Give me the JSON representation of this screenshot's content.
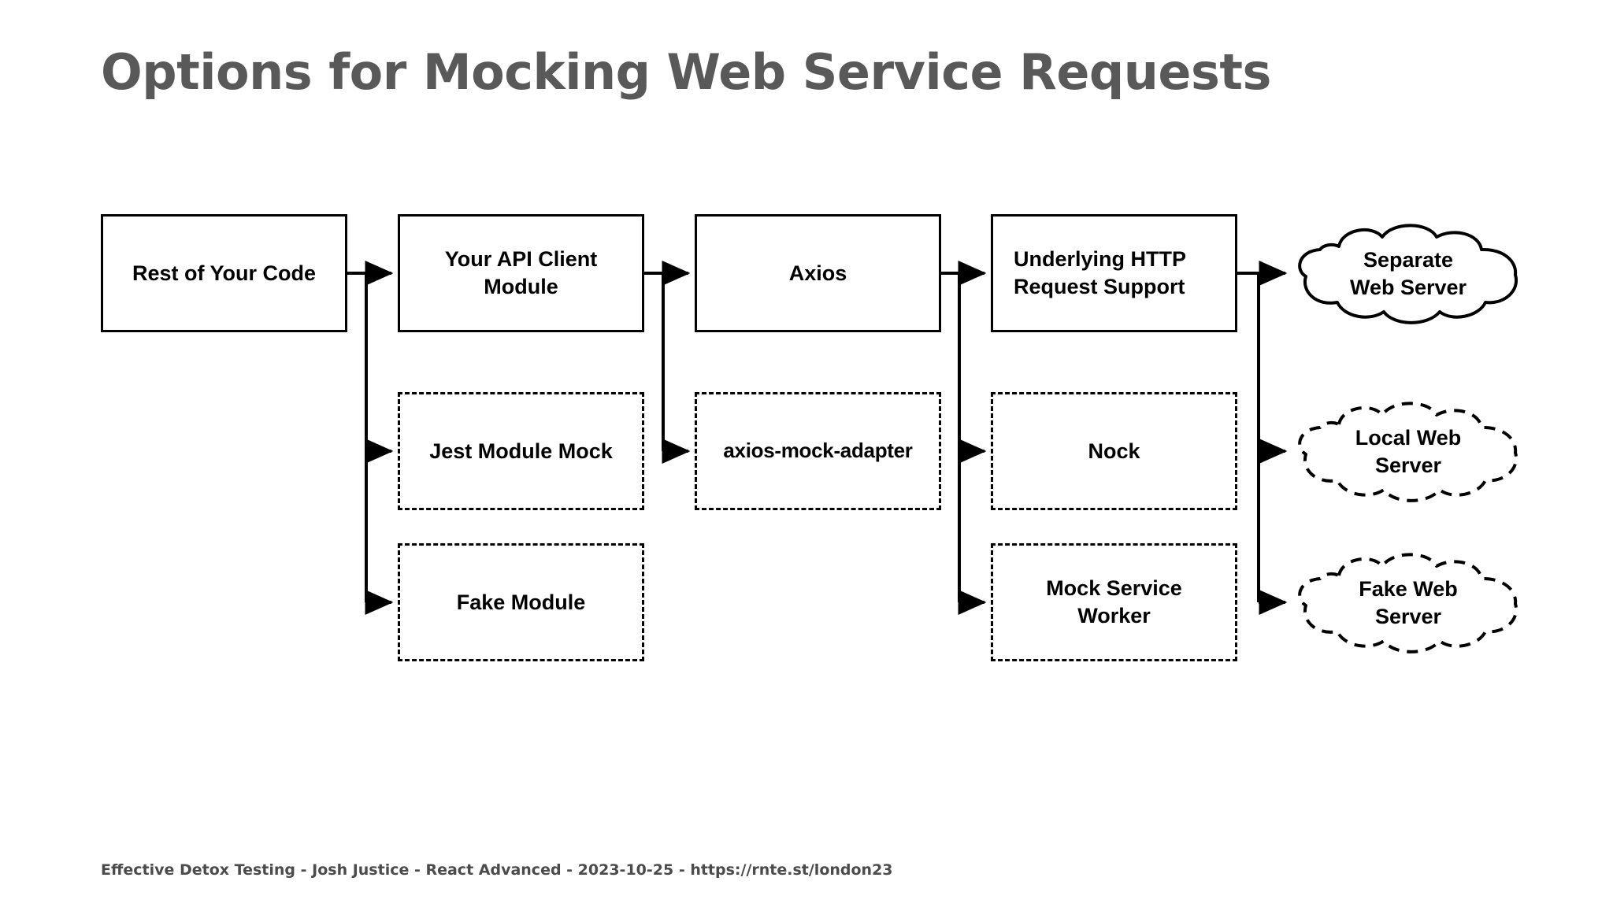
{
  "slide": {
    "title": "Options for Mocking Web Service Requests",
    "footer": "Effective Detox Testing - Josh Justice - React Advanced - 2023-10-25 - https://rnte.st/london23",
    "title_color": "#595959",
    "footer_color": "#4b4b4b",
    "background_color": "#ffffff",
    "line_color": "#000000"
  },
  "diagram": {
    "type": "flowchart",
    "direction": "left-to-right",
    "nodes": [
      {
        "id": "rest-of-your-code",
        "label": "Rest of Your Code",
        "shape": "rectangle",
        "border": "solid",
        "column": 1,
        "row": 1
      },
      {
        "id": "your-api-client-module",
        "label": "Your API Client\nModule",
        "shape": "rectangle",
        "border": "solid",
        "column": 2,
        "row": 1
      },
      {
        "id": "jest-module-mock",
        "label": "Jest Module Mock",
        "shape": "rectangle",
        "border": "dashed",
        "column": 2,
        "row": 2
      },
      {
        "id": "fake-module",
        "label": "Fake Module",
        "shape": "rectangle",
        "border": "dashed",
        "column": 2,
        "row": 3
      },
      {
        "id": "axios",
        "label": "Axios",
        "shape": "rectangle",
        "border": "solid",
        "column": 3,
        "row": 1
      },
      {
        "id": "axios-mock-adapter",
        "label": "axios-mock-adapter",
        "shape": "rectangle",
        "border": "dashed",
        "column": 3,
        "row": 2
      },
      {
        "id": "underlying-http-request-support",
        "label": "Underlying HTTP\nRequest Support",
        "shape": "rectangle",
        "border": "solid",
        "column": 4,
        "row": 1
      },
      {
        "id": "nock",
        "label": "Nock",
        "shape": "rectangle",
        "border": "dashed",
        "column": 4,
        "row": 2
      },
      {
        "id": "mock-service-worker",
        "label": "Mock Service\nWorker",
        "shape": "rectangle",
        "border": "dashed",
        "column": 4,
        "row": 3
      },
      {
        "id": "separate-web-server",
        "label": "Separate\nWeb Server",
        "shape": "cloud",
        "border": "solid",
        "column": 5,
        "row": 1
      },
      {
        "id": "local-web-server",
        "label": "Local Web\nServer",
        "shape": "cloud",
        "border": "dashed",
        "column": 5,
        "row": 2
      },
      {
        "id": "fake-web-server",
        "label": "Fake Web\nServer",
        "shape": "cloud",
        "border": "dashed",
        "column": 5,
        "row": 3
      }
    ],
    "edges": [
      {
        "from": "rest-of-your-code",
        "to": "your-api-client-module",
        "arrow": "end"
      },
      {
        "from": "rest-of-your-code",
        "to": "jest-module-mock",
        "arrow": "end"
      },
      {
        "from": "rest-of-your-code",
        "to": "fake-module",
        "arrow": "end"
      },
      {
        "from": "your-api-client-module",
        "to": "axios",
        "arrow": "end"
      },
      {
        "from": "your-api-client-module",
        "to": "axios-mock-adapter",
        "arrow": "end"
      },
      {
        "from": "axios",
        "to": "underlying-http-request-support",
        "arrow": "end"
      },
      {
        "from": "axios",
        "to": "nock",
        "arrow": "end"
      },
      {
        "from": "axios",
        "to": "mock-service-worker",
        "arrow": "end"
      },
      {
        "from": "underlying-http-request-support",
        "to": "separate-web-server",
        "arrow": "end"
      },
      {
        "from": "underlying-http-request-support",
        "to": "local-web-server",
        "arrow": "end"
      },
      {
        "from": "underlying-http-request-support",
        "to": "fake-web-server",
        "arrow": "end"
      }
    ]
  }
}
